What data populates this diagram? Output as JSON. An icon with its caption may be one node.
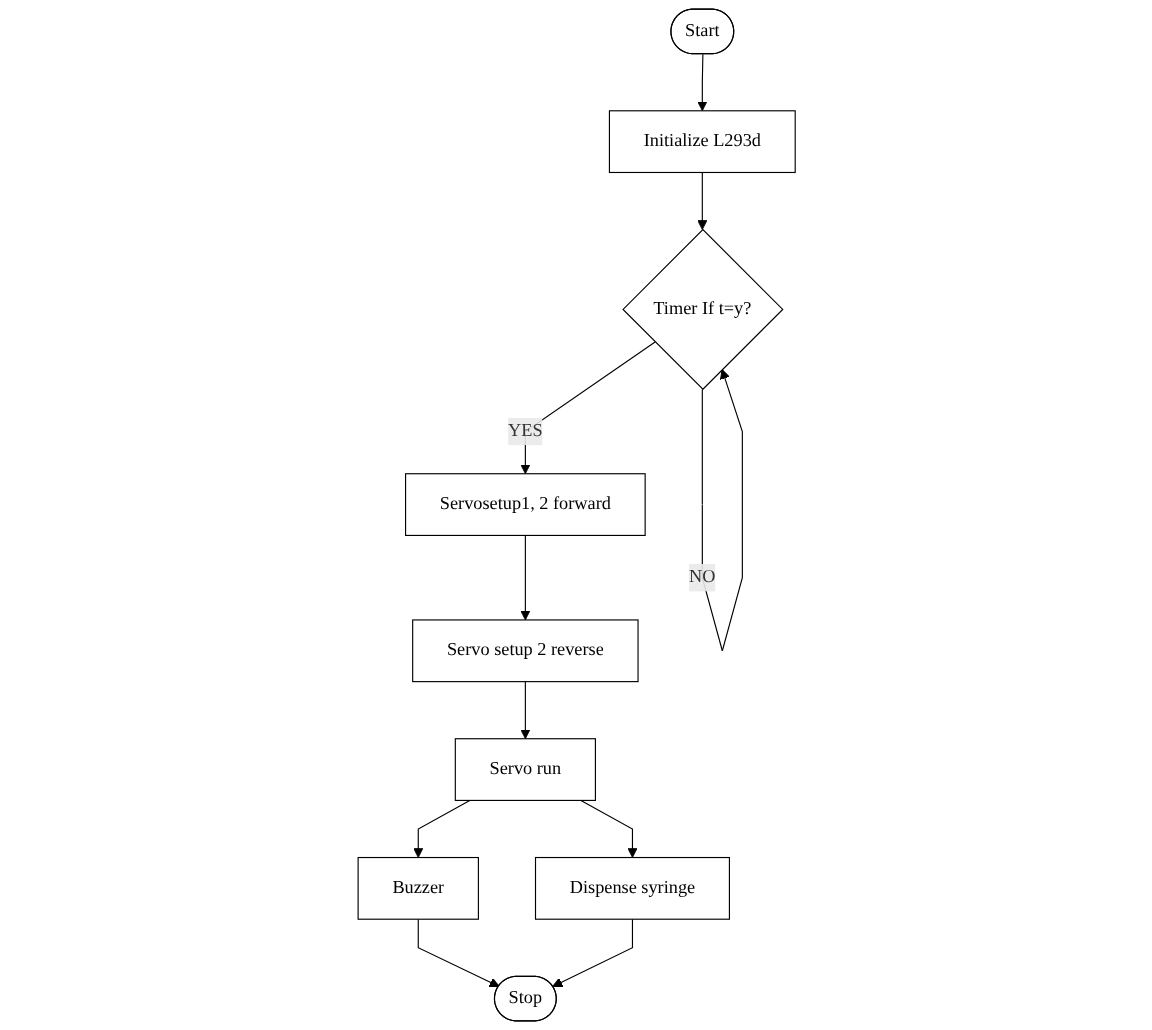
{
  "diagram": {
    "nodes": [
      {
        "text": [
          "Start"
        ]
      },
      {
        "text": [
          "Initialize L293d"
        ]
      },
      {
        "text": [
          "Timer If t=y?"
        ]
      },
      {
        "text": [
          "Servosetup1, 2 forward"
        ]
      },
      {
        "text": [
          "Servo setup 2 reverse"
        ]
      },
      {
        "text": [
          "Servo run"
        ]
      },
      {
        "text": [
          "Buzzer"
        ]
      },
      {
        "text": [
          "Stop"
        ]
      },
      {
        "text": [
          "Dispense syringe"
        ]
      }
    ],
    "edges": [
      {
        "from": 0,
        "to": 1,
        "arrow": "to"
      },
      {
        "from": 1,
        "to": 2,
        "arrow": "to"
      },
      {
        "from": 2,
        "to": 2,
        "arrow": "to",
        "label": "NO"
      },
      {
        "from": 2,
        "to": 3,
        "arrow": "to",
        "label": "YES"
      },
      {
        "from": 3,
        "to": 4,
        "arrow": "to"
      },
      {
        "from": 4,
        "to": 5,
        "arrow": "to"
      },
      {
        "from": 5,
        "to": 6,
        "arrow": "to"
      },
      {
        "from": 5,
        "to": 8,
        "arrow": "to"
      },
      {
        "from": 6,
        "to": 7,
        "arrow": "to"
      },
      {
        "from": 8,
        "to": 7,
        "arrow": "to"
      }
    ]
  }
}
